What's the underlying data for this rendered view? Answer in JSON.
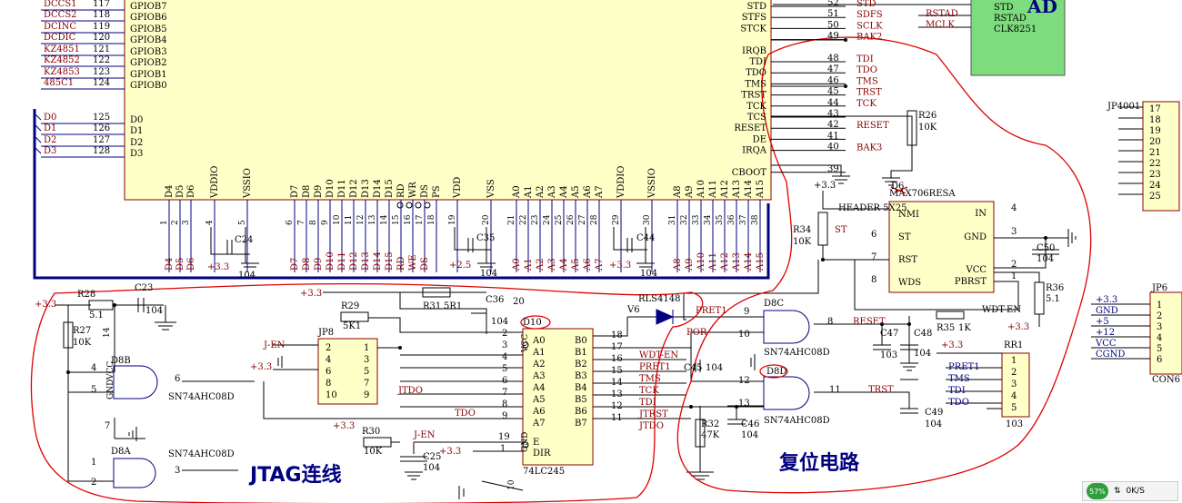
{
  "titles": {
    "jtag": "JTAG连线",
    "reset": "复位电路",
    "ad": "AD"
  },
  "u_main": {
    "left_pins": [
      {
        "net": "DCCS1",
        "num": "117",
        "name": "GPIOB7"
      },
      {
        "net": "DCCS2",
        "num": "118",
        "name": "GPIOB6"
      },
      {
        "net": "DCINC",
        "num": "119",
        "name": "GPIOB5"
      },
      {
        "net": "DCDIC",
        "num": "120",
        "name": "GPIOB4"
      },
      {
        "net": "KZ4851",
        "num": "121",
        "name": "GPIOB3"
      },
      {
        "net": "KZ4852",
        "num": "122",
        "name": "GPIOB2"
      },
      {
        "net": "KZ4853",
        "num": "123",
        "name": "GPIOB1"
      },
      {
        "net": "485C1",
        "num": "124",
        "name": "GPIOB0"
      },
      {
        "net": "D0",
        "num": "125",
        "name": "D0"
      },
      {
        "net": "D1",
        "num": "126",
        "name": "D1"
      },
      {
        "net": "D2",
        "num": "127",
        "name": "D2"
      },
      {
        "net": "D3",
        "num": "128",
        "name": "D3"
      }
    ],
    "right_pins": [
      {
        "name": "STD",
        "num": "52",
        "net": "STD"
      },
      {
        "name": "STFS",
        "num": "51",
        "net": "SDFS"
      },
      {
        "name": "STCK",
        "num": "50",
        "net": "SCLK"
      },
      {
        "name": "",
        "num": "49",
        "net": "BAK2"
      },
      {
        "name": "IRQB",
        "num": "",
        "net": ""
      },
      {
        "name": "TDI",
        "num": "48",
        "net": "TDI"
      },
      {
        "name": "TDO",
        "num": "47",
        "net": "TDO"
      },
      {
        "name": "TMS",
        "num": "46",
        "net": "TMS"
      },
      {
        "name": "TRST",
        "num": "45",
        "net": "TRST"
      },
      {
        "name": "TCK",
        "num": "44",
        "net": "TCK"
      },
      {
        "name": "TCS",
        "num": "43",
        "net": ""
      },
      {
        "name": "RESET",
        "num": "42",
        "net": "RESET"
      },
      {
        "name": "DE",
        "num": "41",
        "net": ""
      },
      {
        "name": "IRQA",
        "num": "40",
        "net": "BAK3"
      },
      {
        "name": "CBOOT",
        "num": "39",
        "net": ""
      }
    ],
    "bottom_pins": [
      {
        "name": "D4",
        "num": "1",
        "net": "D4"
      },
      {
        "name": "D5",
        "num": "2",
        "net": "D5"
      },
      {
        "name": "D6",
        "num": "3",
        "net": "D6"
      },
      {
        "name": "VDDIO",
        "num": "4",
        "net": ""
      },
      {
        "name": "VSSIO",
        "num": "5",
        "net": ""
      },
      {
        "name": "D7",
        "num": "6",
        "net": "D7"
      },
      {
        "name": "D8",
        "num": "7",
        "net": "D8"
      },
      {
        "name": "D9",
        "num": "8",
        "net": "D9"
      },
      {
        "name": "D10",
        "num": "9",
        "net": "D10"
      },
      {
        "name": "D11",
        "num": "10",
        "net": "D11"
      },
      {
        "name": "D12",
        "num": "11",
        "net": "D12"
      },
      {
        "name": "D13",
        "num": "12",
        "net": "D13"
      },
      {
        "name": "D14",
        "num": "13",
        "net": "D14"
      },
      {
        "name": "D15",
        "num": "14",
        "net": "D15"
      },
      {
        "name": "RD",
        "num": "15",
        "net": "RD"
      },
      {
        "name": "WR",
        "num": "16",
        "net": "WE"
      },
      {
        "name": "DS",
        "num": "17",
        "net": "DS"
      },
      {
        "name": "PS",
        "num": "18",
        "net": ""
      },
      {
        "name": "VDD",
        "num": "19",
        "net": ""
      },
      {
        "name": "VSS",
        "num": "20",
        "net": ""
      },
      {
        "name": "A0",
        "num": "21",
        "net": "A0"
      },
      {
        "name": "A1",
        "num": "22",
        "net": "A1"
      },
      {
        "name": "A2",
        "num": "23",
        "net": "A2"
      },
      {
        "name": "A3",
        "num": "24",
        "net": "A3"
      },
      {
        "name": "A4",
        "num": "25",
        "net": "A4"
      },
      {
        "name": "A5",
        "num": "26",
        "net": "A5"
      },
      {
        "name": "A6",
        "num": "27",
        "net": "A6"
      },
      {
        "name": "A7",
        "num": "28",
        "net": "A7"
      },
      {
        "name": "VDDIO",
        "num": "29",
        "net": ""
      },
      {
        "name": "VSSIO",
        "num": "30",
        "net": ""
      },
      {
        "name": "A8",
        "num": "31",
        "net": "A8"
      },
      {
        "name": "A9",
        "num": "32",
        "net": "A9"
      },
      {
        "name": "A10",
        "num": "33",
        "net": "A10"
      },
      {
        "name": "A11",
        "num": "34",
        "net": "A11"
      },
      {
        "name": "A12",
        "num": "35",
        "net": "A12"
      },
      {
        "name": "A13",
        "num": "36",
        "net": "A13"
      },
      {
        "name": "A14",
        "num": "37",
        "net": "A14"
      },
      {
        "name": "A15",
        "num": "38",
        "net": "A15"
      }
    ]
  },
  "ad_block": {
    "pins": [
      "STD",
      "RSTAD",
      "CLK8251"
    ],
    "nets": [
      "RSTAD",
      "MCLK"
    ]
  },
  "caps_bottom": [
    {
      "ref": "C24",
      "val": "104",
      "rail": "+3.3"
    },
    {
      "ref": "C35",
      "val": "104",
      "rail": "+2.5"
    },
    {
      "ref": "C44",
      "val": "104",
      "rail": "+3.3"
    }
  ],
  "jtag": {
    "rail": "+3.3",
    "r28": {
      "ref": "R28",
      "val": "5.1"
    },
    "c23": {
      "ref": "C23",
      "val": "104"
    },
    "r27": {
      "ref": "R27",
      "val": "10K"
    },
    "r29": {
      "ref": "R29",
      "val": "5K1"
    },
    "r31": {
      "ref": "R31",
      "val": "5R1"
    },
    "c36": {
      "ref": "C36",
      "val": "104"
    },
    "r30": {
      "ref": "R30",
      "val": "10K"
    },
    "c25": {
      "ref": "C25",
      "val": "104"
    },
    "jp8": {
      "ref": "JP8",
      "pins_left": [
        "2",
        "4",
        "6",
        "8",
        "10"
      ],
      "pins_right": [
        "1",
        "3",
        "5",
        "7",
        "9"
      ],
      "net_jen": "J-EN",
      "net_jtdo": "JTDO"
    },
    "d8b": {
      "ref": "D8B",
      "pins": [
        "4",
        "5",
        "6"
      ],
      "part": "SN74AHC08D",
      "gnd_label": "GND",
      "vcc_label": "VCC",
      "pin14": "14",
      "pin7": "7"
    },
    "d8a": {
      "ref": "D8A",
      "pins": [
        "1",
        "2",
        "3"
      ],
      "part": "SN74AHC08D"
    },
    "buf": {
      "ref": "D10",
      "part": "74LC245",
      "vcc_pin": "20",
      "vcc_label": "VCC",
      "gnd_pin": "10",
      "a_pins": [
        {
          "num": "2",
          "name": "A0"
        },
        {
          "num": "3",
          "name": "A1"
        },
        {
          "num": "4",
          "name": "A2"
        },
        {
          "num": "5",
          "name": "A3"
        },
        {
          "num": "6",
          "name": "A4"
        },
        {
          "num": "7",
          "name": "A5"
        },
        {
          "num": "8",
          "name": "A6"
        },
        {
          "num": "9",
          "name": "A7"
        }
      ],
      "b_pins": [
        {
          "num": "18",
          "name": "B0",
          "net": ""
        },
        {
          "num": "17",
          "name": "B1",
          "net": "WDT-EN"
        },
        {
          "num": "16",
          "name": "B2",
          "net": "PRET1"
        },
        {
          "num": "15",
          "name": "B3",
          "net": "TMS"
        },
        {
          "num": "14",
          "name": "B4",
          "net": "TCK"
        },
        {
          "num": "13",
          "name": "B5",
          "net": "TDI"
        },
        {
          "num": "12",
          "name": "B6",
          "net": "JTRST"
        },
        {
          "num": "11",
          "name": "B7",
          "net": "JTDO"
        }
      ],
      "oe": {
        "num": "19",
        "name": "E",
        "net": "J-EN"
      },
      "dir": {
        "num": "1",
        "name": "DIR",
        "rail": "+3.3"
      },
      "tdo_net": "TDO",
      "gnd_label": "GND"
    }
  },
  "reset": {
    "d6": {
      "ref": "D6",
      "part": "MAX706RESA",
      "left_pins": [
        {
          "num": "",
          "name": "NMI"
        },
        {
          "num": "6",
          "name": "ST"
        },
        {
          "num": "7",
          "name": "RST"
        },
        {
          "num": "8",
          "name": "WDS"
        }
      ],
      "right_pins": [
        {
          "num": "4",
          "name": "IN"
        },
        {
          "num": "3",
          "name": "GND"
        },
        {
          "num": "2",
          "name": "VCC"
        },
        {
          "num": "1",
          "name": "PBRST"
        }
      ],
      "st_net": "ST"
    },
    "header": "HEADER 5X25",
    "r26": {
      "ref": "R26",
      "val": "10K"
    },
    "r34": {
      "ref": "R34",
      "val": "10K"
    },
    "r35": {
      "ref": "R35",
      "val": "1K"
    },
    "r36": {
      "ref": "R36",
      "val": "5.1"
    },
    "r32": {
      "ref": "R32",
      "val": "47K"
    },
    "c50": {
      "ref": "C50",
      "val": "104"
    },
    "c45": {
      "ref": "C45",
      "val": "104"
    },
    "c46": {
      "ref": "C46",
      "val": "104"
    },
    "c47": {
      "ref": "C47",
      "val": "103"
    },
    "c48": {
      "ref": "C48",
      "val": "104"
    },
    "c49": {
      "ref": "C49",
      "val": "104"
    },
    "v6": {
      "ref": "V6",
      "part": "RLS4148"
    },
    "d8c": {
      "ref": "D8C",
      "pins": [
        "9",
        "10",
        "8"
      ],
      "part": "SN74AHC08D"
    },
    "d8d": {
      "ref": "D8D",
      "pins": [
        "12",
        "13",
        "11"
      ],
      "part": "SN74AHC08D"
    },
    "nets": {
      "pret1": "PRET1",
      "por": "POR",
      "reset": "RESET",
      "trst": "TRST",
      "wdt_en": "WDT-EN",
      "rail": "+3.3"
    },
    "rr1": {
      "ref": "RR1",
      "val": "103",
      "rail": "+3.3",
      "pins": [
        "1",
        "2",
        "3",
        "4",
        "5"
      ],
      "nets": [
        "PRET1",
        "TMS",
        "TDI",
        "TDO"
      ]
    }
  },
  "jp4001": {
    "ref": "JP4001",
    "pins": [
      "17",
      "18",
      "19",
      "20",
      "21",
      "22",
      "23",
      "24",
      "25"
    ]
  },
  "jp6": {
    "ref": "JP6",
    "part": "CON6",
    "pins": [
      "1",
      "2",
      "3",
      "4",
      "5",
      "6"
    ],
    "nets": [
      "+3.3",
      "GND",
      "+5",
      "+12",
      "VCC",
      "CGND"
    ]
  },
  "status": {
    "percent": "57%",
    "rate": "0K/S"
  }
}
